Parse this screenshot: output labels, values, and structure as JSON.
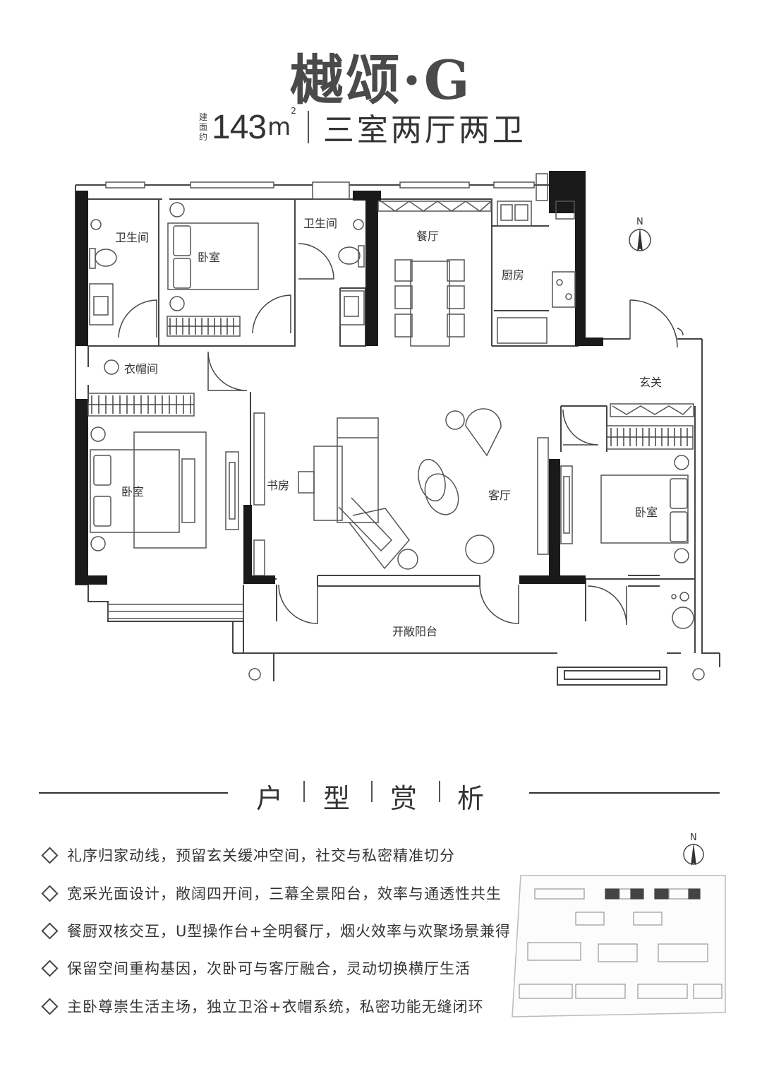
{
  "title": "樾颂·G",
  "subtitle": {
    "prefix_chars": [
      "建",
      "面",
      "约"
    ],
    "area": "143",
    "unit": "m",
    "unit_sup": "2",
    "layout": "三室两厅两卫"
  },
  "rooms": {
    "bath1": "卫生间",
    "bedroom_top": "卧室",
    "bath2": "卫生间",
    "dining": "餐厅",
    "kitchen": "厨房",
    "closet": "衣帽间",
    "entrance": "玄关",
    "bedroom_master": "卧室",
    "study": "书房",
    "living": "客厅",
    "bedroom_right": "卧室",
    "balcony": "开敞阳台"
  },
  "compass_label": "N",
  "analysis": {
    "heading_chars": [
      "户",
      "型",
      "赏",
      "析"
    ],
    "features": [
      "礼序归家动线，预留玄关缓冲空间，社交与私密精准切分",
      "宽采光面设计，敞阔四开间，三幕全景阳台，效率与通透性共生",
      "餐厨双核交互，U型操作台+全明餐厅，烟火效率与欢聚场景兼得",
      "保留空间重构基因，次卧可与客厅融合，灵动切换横厅生活",
      "主卧尊崇生活主场，独立卫浴+衣帽系统，私密功能无缝闭环"
    ]
  },
  "siteplan_compass_label": "N",
  "colors": {
    "wall": "#1a1a1a",
    "line": "#444444",
    "text": "#333333"
  }
}
